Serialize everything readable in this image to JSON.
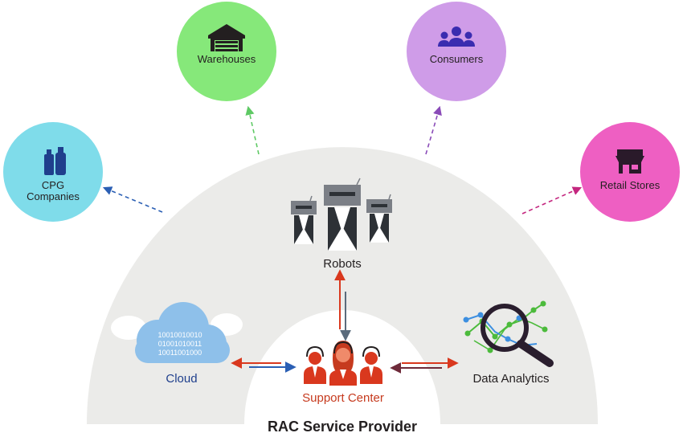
{
  "title": "RAC Service Provider",
  "nodes": {
    "cpg": {
      "label_line1": "CPG",
      "label_line2": "Companies",
      "icon": "bottles-icon",
      "color": "#7fdcea"
    },
    "warehouses": {
      "label": "Warehouses",
      "icon": "warehouse-icon",
      "color": "#86e87a"
    },
    "consumers": {
      "label": "Consumers",
      "icon": "people-group-icon",
      "color": "#cf9ce8"
    },
    "retail": {
      "label": "Retail Stores",
      "icon": "storefront-icon",
      "color": "#ee5fc2"
    }
  },
  "center": {
    "robots": {
      "label": "Robots",
      "icon": "robot-icon"
    },
    "cloud": {
      "label": "Cloud",
      "binary_line1": "10010010010",
      "binary_line2": "01001010011",
      "binary_line3": "10011001000",
      "icon": "cloud-icon"
    },
    "support": {
      "label": "Support Center",
      "icon": "headset-agents-icon"
    },
    "analytics": {
      "label": "Data Analytics",
      "icon": "magnifier-chart-icon"
    }
  },
  "colors": {
    "arch": "#ebebe9",
    "text_dark": "#231f20",
    "cloud_text": "#1f3f8c",
    "support_text": "#c63a1e",
    "arrow_red": "#d9381e",
    "arrow_blue": "#2b5fb4",
    "arrow_gray": "#5a6b7c",
    "arrow_maroon": "#6e2a3a"
  }
}
